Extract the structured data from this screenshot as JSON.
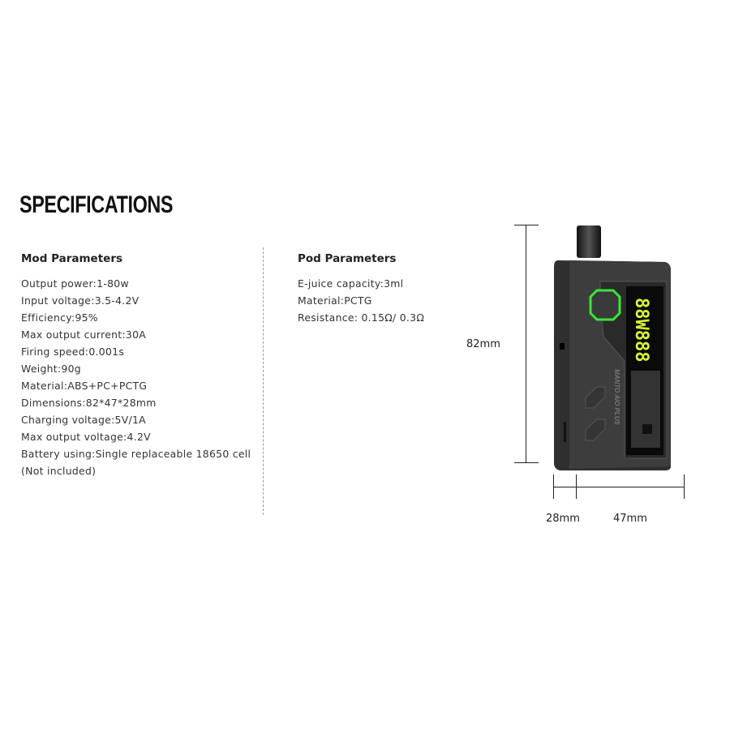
{
  "title": "SPECIFICATIONS",
  "mod": {
    "heading": "Mod Parameters",
    "items": [
      "Output power:1-80w",
      "Input voltage:3.5-4.2V",
      "Efficiency:95%",
      "Max output current:30A",
      "Firing speed:0.001s",
      "Weight:90g",
      "Material:ABS+PC+PCTG",
      "Dimensions:82*47*28mm",
      "Charging voltage:5V/1A",
      "Max output voltage:4.2V",
      "Battery using:Single replaceable 18650 cell",
      "(Not included)"
    ]
  },
  "pod": {
    "heading": "Pod Parameters",
    "items": [
      "E-juice capacity:3ml",
      "Material:PCTG",
      "Resistance: 0.15Ω/ 0.3Ω"
    ]
  },
  "dimensions": {
    "height": "82mm",
    "depth": "28mm",
    "width": "47mm"
  },
  "device": {
    "brand_text": "MANTO AIO PLUS",
    "accent": "#39e639",
    "screen_color": "#d8f53a"
  }
}
